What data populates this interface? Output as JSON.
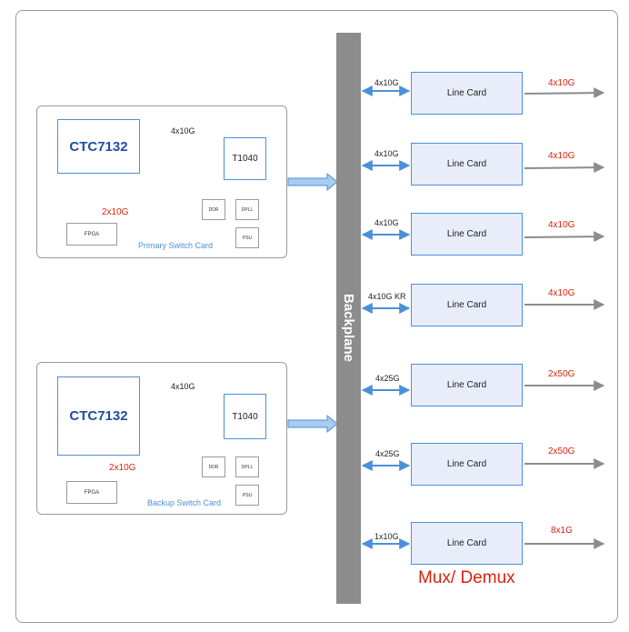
{
  "backplane": {
    "label": "Backplane"
  },
  "switch_cards": [
    {
      "name": "Primary Switch Card",
      "cpu": "CTC7132",
      "mgmt": "T1040",
      "bus": "4x10G",
      "fpga": "FPGA",
      "fpga_link": "2x10G",
      "ddr": "DDR",
      "dpll": "DPLL",
      "psu": "PSU"
    },
    {
      "name": "Backup Switch Card",
      "cpu": "CTC7132",
      "mgmt": "T1040",
      "bus": "4x10G",
      "fpga": "FPGA",
      "fpga_link": "2x10G",
      "ddr": "DDR",
      "dpll": "DPLL",
      "psu": "PSU"
    }
  ],
  "line_cards": [
    {
      "label": "Line Card",
      "backplane_link": "4x10G",
      "front_link": "4x10G"
    },
    {
      "label": "Line Card",
      "backplane_link": "4x10G",
      "front_link": "4x10G"
    },
    {
      "label": "Line Card",
      "backplane_link": "4x10G",
      "front_link": "4x10G"
    },
    {
      "label": "Line Card",
      "backplane_link": "4x10G KR",
      "front_link": "4x10G"
    },
    {
      "label": "Line Card",
      "backplane_link": "4x25G",
      "front_link": "2x50G"
    },
    {
      "label": "Line Card",
      "backplane_link": "4x25G",
      "front_link": "2x50G"
    },
    {
      "label": "Line Card",
      "backplane_link": "1x10G",
      "front_link": "8x1G"
    }
  ],
  "mux_label": "Mux/ Demux",
  "colors": {
    "blue": "#4a90d9",
    "red": "#d9230f",
    "gray": "#8c8c8c",
    "card_fill": "#e8edf9"
  }
}
